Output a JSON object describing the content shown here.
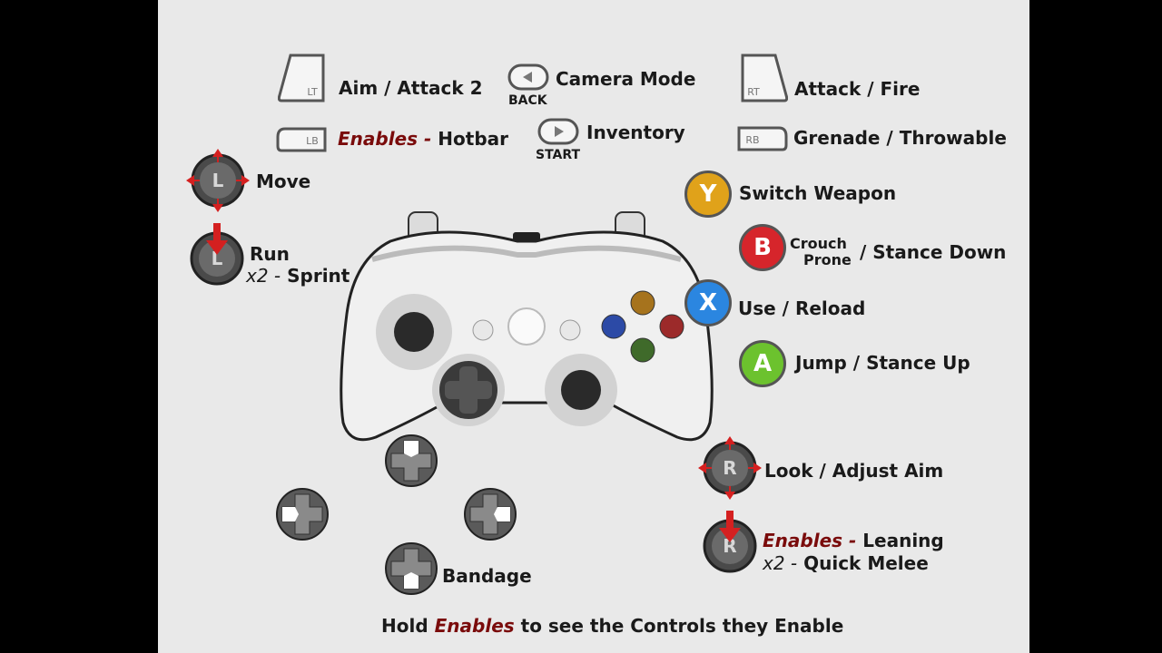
{
  "colors": {
    "panel": "#e9e9e9",
    "enables": "#7a0b0b",
    "y": "#e0a21a",
    "b": "#d6252b",
    "x": "#2b86e0",
    "a": "#6cc22e"
  },
  "icons": {
    "lt": "LT",
    "lb": "LB",
    "rt": "RT",
    "rb": "RB",
    "back": "BACK",
    "start": "START",
    "left_stick": "L",
    "right_stick": "R",
    "y": "Y",
    "b": "B",
    "x": "X",
    "a": "A"
  },
  "controls": {
    "lt": "Aim / Attack 2",
    "lb_enables": "Enables",
    "lb_dash": "-",
    "lb": "Hotbar",
    "back": "Camera Mode",
    "start": "Inventory",
    "rt": "Attack / Fire",
    "rb": "Grenade / Throwable",
    "ls_move": "Move",
    "ls_run": "Run",
    "ls_x2": "x2 -",
    "ls_sprint": "Sprint",
    "y": "Switch Weapon",
    "b_crouch": "Crouch",
    "b_prone": "Prone",
    "b": "/ Stance Down",
    "x": "Use / Reload",
    "a": "Jump / Stance Up",
    "rs_look": "Look / Adjust Aim",
    "rs_enables": "Enables -",
    "rs_lean": "Leaning",
    "rs_x2": "x2 -",
    "rs_melee": "Quick Melee",
    "dpad_down": "Bandage"
  },
  "footer": {
    "hold": "Hold",
    "enables": "Enables",
    "rest": "to see the Controls they Enable"
  }
}
